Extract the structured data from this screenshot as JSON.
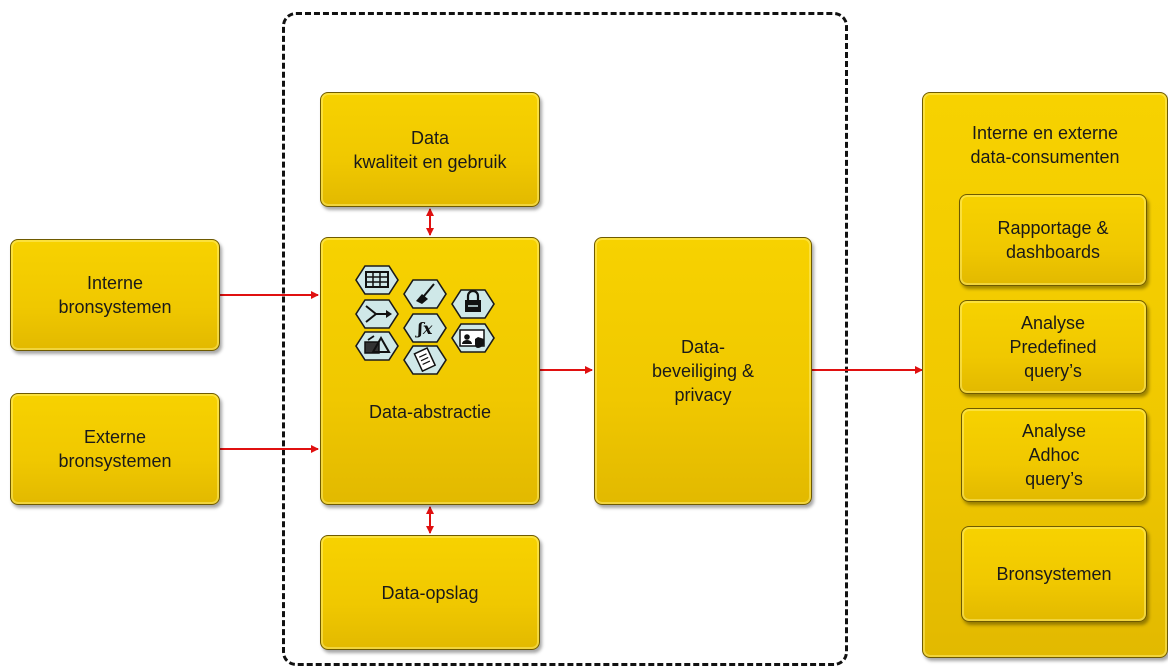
{
  "colors": {
    "box_fill": "#f0c800",
    "box_border": "#6e5a00",
    "arrow": "#e01010",
    "hex_fill": "#cfe8e8",
    "hex_stroke": "#1a1a1a"
  },
  "sources": {
    "internal": [
      "Interne",
      "bronsystemen"
    ],
    "external": [
      "Externe",
      "bronsystemen"
    ]
  },
  "quality": [
    "Data",
    "kwaliteit en gebruik"
  ],
  "abstraction": {
    "label": "Data-abstractie",
    "icons": [
      "grid-icon",
      "broom-icon",
      "merge-icon",
      "function-icon",
      "lock-icon",
      "shapes-icon",
      "document-icon",
      "identity-card-icon"
    ]
  },
  "storage": "Data-opslag",
  "security": [
    "Data-",
    "beveiliging &",
    "privacy"
  ],
  "consumers": {
    "title": [
      "Interne en externe",
      "data-consumenten"
    ],
    "items": [
      [
        "Rapportage &",
        "dashboards"
      ],
      [
        "Analyse",
        "Predefined",
        "query’s"
      ],
      [
        "Analyse",
        "Adhoc",
        "query’s"
      ],
      [
        "Bronsystemen"
      ]
    ]
  }
}
